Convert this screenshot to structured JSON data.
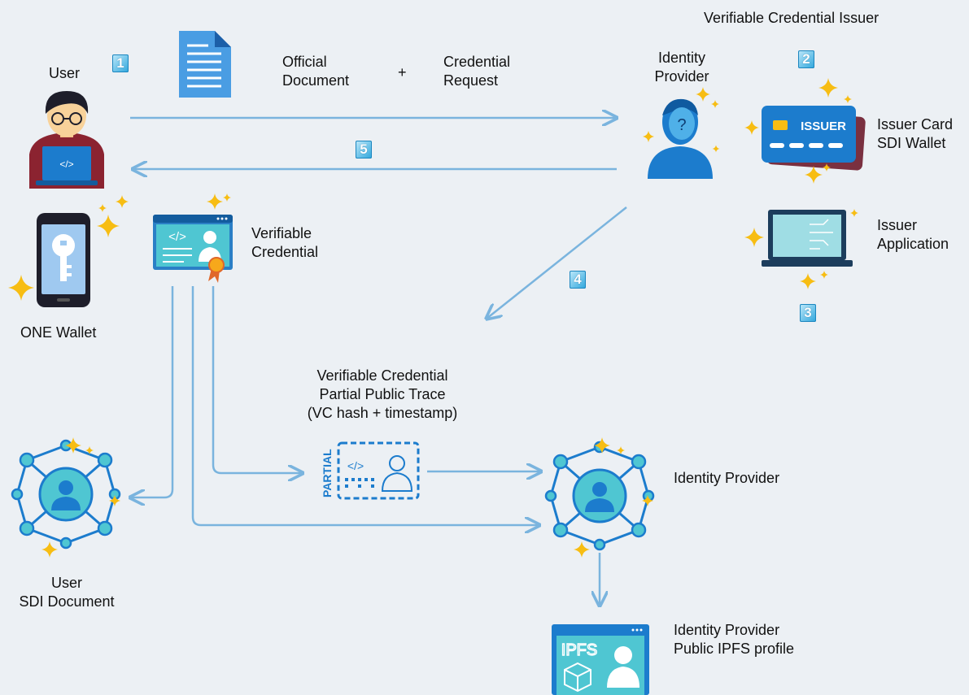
{
  "labels": {
    "user": "User",
    "official_document": "Official\nDocument",
    "plus": "+",
    "credential_request": "Credential\nRequest",
    "vc_issuer": "Verifiable Credential Issuer",
    "identity_provider_top": "Identity\nProvider",
    "issuer_card": "Issuer Card\nSDI Wallet",
    "issuer_application": "Issuer\nApplication",
    "verifiable_credential": "Verifiable\nCredential",
    "one_wallet": "ONE Wallet",
    "partial_trace": "Verifiable Credential\nPartial Public Trace\n(VC hash + timestamp)",
    "identity_provider_right": "Identity Provider",
    "user_sdi_document": "User\nSDI Document",
    "ipfs_profile": "Identity Provider\nPublic IPFS profile"
  },
  "badges": {
    "step1": "1",
    "step2": "2",
    "step3": "3",
    "step4": "4",
    "step5": "5"
  },
  "icon_text": {
    "issuer": "ISSUER",
    "partial": "PARTIAL",
    "ipfs": "IPFS",
    "code": "</>",
    "question": "?"
  },
  "colors": {
    "arrow": "#7ab4de",
    "primary_blue": "#1c7ccd",
    "teal": "#4fc6d2",
    "sparkle": "#f7bd13",
    "card_dark": "#7a3040",
    "background": "#ecf0f4"
  }
}
